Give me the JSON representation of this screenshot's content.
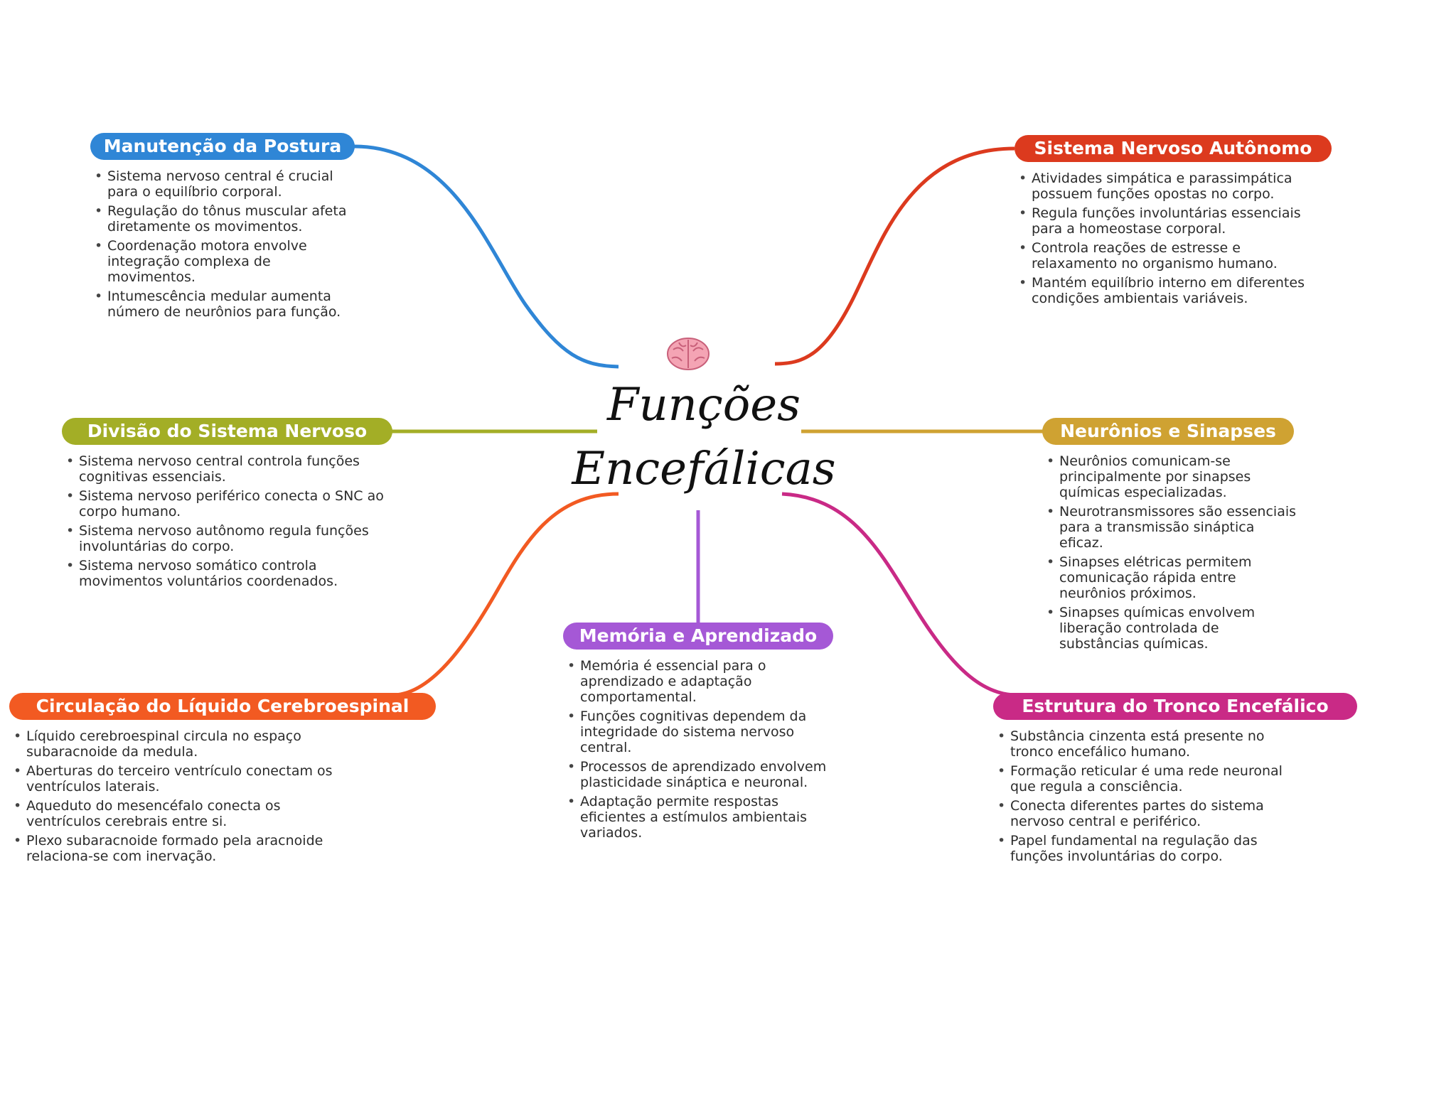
{
  "central": {
    "line1": "Funções",
    "line2": "Encefálicas",
    "icon": "brain-icon"
  },
  "branches": [
    {
      "id": "postura",
      "title": "Manutenção da Postura",
      "color": "#2F86D6",
      "items": [
        "Sistema nervoso central é crucial para o equilíbrio corporal.",
        "Regulação do tônus muscular afeta diretamente os movimentos.",
        "Coordenação motora envolve integração complexa de movimentos.",
        "Intumescência medular aumenta número de neurônios para função."
      ]
    },
    {
      "id": "autonomo",
      "title": "Sistema Nervoso Autônomo",
      "color": "#DC3A1E",
      "items": [
        "Atividades simpática e parassimpática possuem funções opostas no corpo.",
        "Regula funções involuntárias essenciais para a homeostase corporal.",
        "Controla reações de estresse e relaxamento no organismo humano.",
        "Mantém equilíbrio interno em diferentes condições ambientais variáveis."
      ]
    },
    {
      "id": "divisao",
      "title": "Divisão do Sistema Nervoso",
      "color": "#A3AE26",
      "items": [
        "Sistema nervoso central controla funções cognitivas essenciais.",
        "Sistema nervoso periférico conecta o SNC ao corpo humano.",
        "Sistema nervoso autônomo regula funções involuntárias do corpo.",
        "Sistema nervoso somático controla movimentos voluntários coordenados."
      ]
    },
    {
      "id": "neuronios",
      "title": "Neurônios e Sinapses",
      "color": "#CFA232",
      "items": [
        "Neurônios comunicam-se principalmente por sinapses químicas especializadas.",
        "Neurotransmissores são essenciais para a transmissão sináptica eficaz.",
        "Sinapses elétricas permitem comunicação rápida entre neurônios próximos.",
        "Sinapses químicas envolvem liberação controlada de substâncias químicas."
      ]
    },
    {
      "id": "memoria",
      "title": "Memória e Aprendizado",
      "color": "#A558D6",
      "items": [
        "Memória é essencial para o aprendizado e adaptação comportamental.",
        "Funções cognitivas dependem da integridade do sistema nervoso central.",
        "Processos de aprendizado envolvem plasticidade sináptica e neuronal.",
        "Adaptação permite respostas eficientes a estímulos ambientais variados."
      ]
    },
    {
      "id": "liquido",
      "title": "Circulação do Líquido Cerebroespinal",
      "color": "#F25A22",
      "items": [
        "Líquido cerebroespinal circula no espaço subaracnoide da medula.",
        "Aberturas do terceiro ventrículo conectam os ventrículos laterais.",
        "Aqueduto do mesencéfalo conecta os ventrículos cerebrais entre si.",
        "Plexo subaracnoide formado pela aracnoide relaciona-se com inervação."
      ]
    },
    {
      "id": "tronco",
      "title": "Estrutura do Tronco Encefálico",
      "color": "#C92A86",
      "items": [
        "Substância cinzenta está presente no tronco encefálico humano.",
        "Formação reticular é uma rede neuronal que regula a consciência.",
        "Conecta diferentes partes do sistema nervoso central e periférico.",
        "Papel fundamental na regulação das funções involuntárias do corpo."
      ]
    }
  ]
}
